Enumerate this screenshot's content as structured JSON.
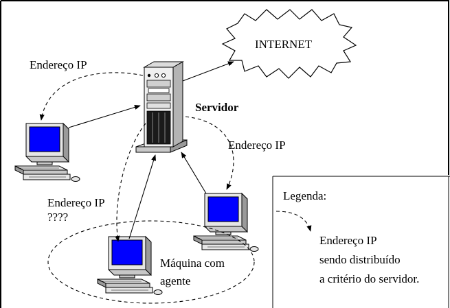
{
  "labels": {
    "internet": "INTERNET",
    "servidor": "Servidor",
    "endereco_ip_left": "Endereço IP",
    "endereco_ip_right": "Endereço IP",
    "endereco_ip_bottom": "Endereço IP",
    "question_marks": "????",
    "maquina_line1": "Máquina com",
    "maquina_line2": "agente"
  },
  "legend": {
    "title": "Legenda:",
    "line1": "Endereço IP",
    "line2": "sendo distribuído",
    "line3": "a critério do servidor."
  },
  "icons": {
    "cloud": "internet-cloud-icon",
    "server": "server-tower-icon",
    "computer": "desktop-computer-icon"
  },
  "colors": {
    "screen": "#0000ff",
    "device_light": "#e6e6e6",
    "device_mid": "#c8c8c8",
    "device_dark": "#808080",
    "line": "#000000"
  }
}
